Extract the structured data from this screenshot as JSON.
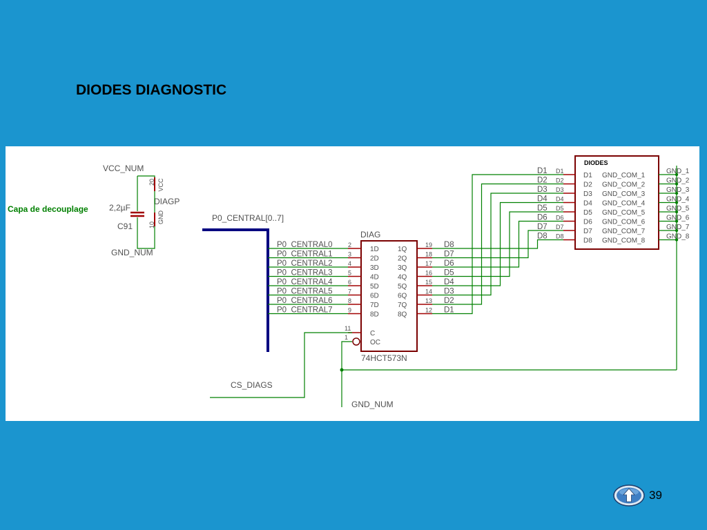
{
  "slide": {
    "title": "DIODES DIAGNOSTIC",
    "page_number": "39"
  },
  "nav": {
    "icon": "up-arrow-icon"
  },
  "colors": {
    "background": "#1b95cf",
    "wire": "#008000",
    "part": "#7a0000",
    "bus": "#000080"
  },
  "decoupling": {
    "label": "Capa de decouplage",
    "vcc_net": "VCC_NUM",
    "gnd_net": "GND_NUM",
    "cap_value": "2,2µF",
    "cap_ref": "C91",
    "part_name": "DIAGP",
    "pin_vcc": "VCC",
    "pin_vcc_num": "20",
    "pin_gnd": "GND",
    "pin_gnd_num": "10"
  },
  "bus": {
    "label": "P0_CENTRAL[0..7]"
  },
  "latch": {
    "name": "DIAG",
    "part": "74HCT573N",
    "inputs": [
      {
        "net": "P0_CENTRAL0",
        "pin": "2",
        "name": "1D"
      },
      {
        "net": "P0_CENTRAL1",
        "pin": "3",
        "name": "2D"
      },
      {
        "net": "P0_CENTRAL2",
        "pin": "4",
        "name": "3D"
      },
      {
        "net": "P0_CENTRAL3",
        "pin": "5",
        "name": "4D"
      },
      {
        "net": "P0_CENTRAL4",
        "pin": "6",
        "name": "5D"
      },
      {
        "net": "P0_CENTRAL5",
        "pin": "7",
        "name": "6D"
      },
      {
        "net": "P0_CENTRAL6",
        "pin": "8",
        "name": "7D"
      },
      {
        "net": "P0_CENTRAL7",
        "pin": "9",
        "name": "8D"
      }
    ],
    "outputs": [
      {
        "name": "1Q",
        "pin": "19",
        "net": "D8"
      },
      {
        "name": "2Q",
        "pin": "18",
        "net": "D7"
      },
      {
        "name": "3Q",
        "pin": "17",
        "net": "D6"
      },
      {
        "name": "4Q",
        "pin": "16",
        "net": "D5"
      },
      {
        "name": "5Q",
        "pin": "15",
        "net": "D4"
      },
      {
        "name": "6Q",
        "pin": "14",
        "net": "D3"
      },
      {
        "name": "7Q",
        "pin": "13",
        "net": "D2"
      },
      {
        "name": "8Q",
        "pin": "12",
        "net": "D1"
      }
    ],
    "control": [
      {
        "name": "C",
        "pin": "11"
      },
      {
        "name": "OC",
        "pin": "1"
      }
    ]
  },
  "diodes": {
    "title": "DIODES",
    "rows": [
      {
        "net": "D1",
        "pin": "D1",
        "left": "D1",
        "right": "GND_COM_1",
        "out": "GND_1"
      },
      {
        "net": "D2",
        "pin": "D2",
        "left": "D2",
        "right": "GND_COM_2",
        "out": "GND_2"
      },
      {
        "net": "D3",
        "pin": "D3",
        "left": "D3",
        "right": "GND_COM_3",
        "out": "GND_3"
      },
      {
        "net": "D4",
        "pin": "D4",
        "left": "D4",
        "right": "GND_COM_4",
        "out": "GND_4"
      },
      {
        "net": "D5",
        "pin": "D5",
        "left": "D5",
        "right": "GND_COM_5",
        "out": "GND_5"
      },
      {
        "net": "D6",
        "pin": "D6",
        "left": "D6",
        "right": "GND_COM_6",
        "out": "GND_6"
      },
      {
        "net": "D7",
        "pin": "D7",
        "left": "D7",
        "right": "GND_COM_7",
        "out": "GND_7"
      },
      {
        "net": "D8",
        "pin": "D8",
        "left": "D8",
        "right": "GND_COM_8",
        "out": "GND_8"
      }
    ]
  },
  "nets": {
    "cs": "CS_DIAGS",
    "gnd": "GND_NUM"
  }
}
